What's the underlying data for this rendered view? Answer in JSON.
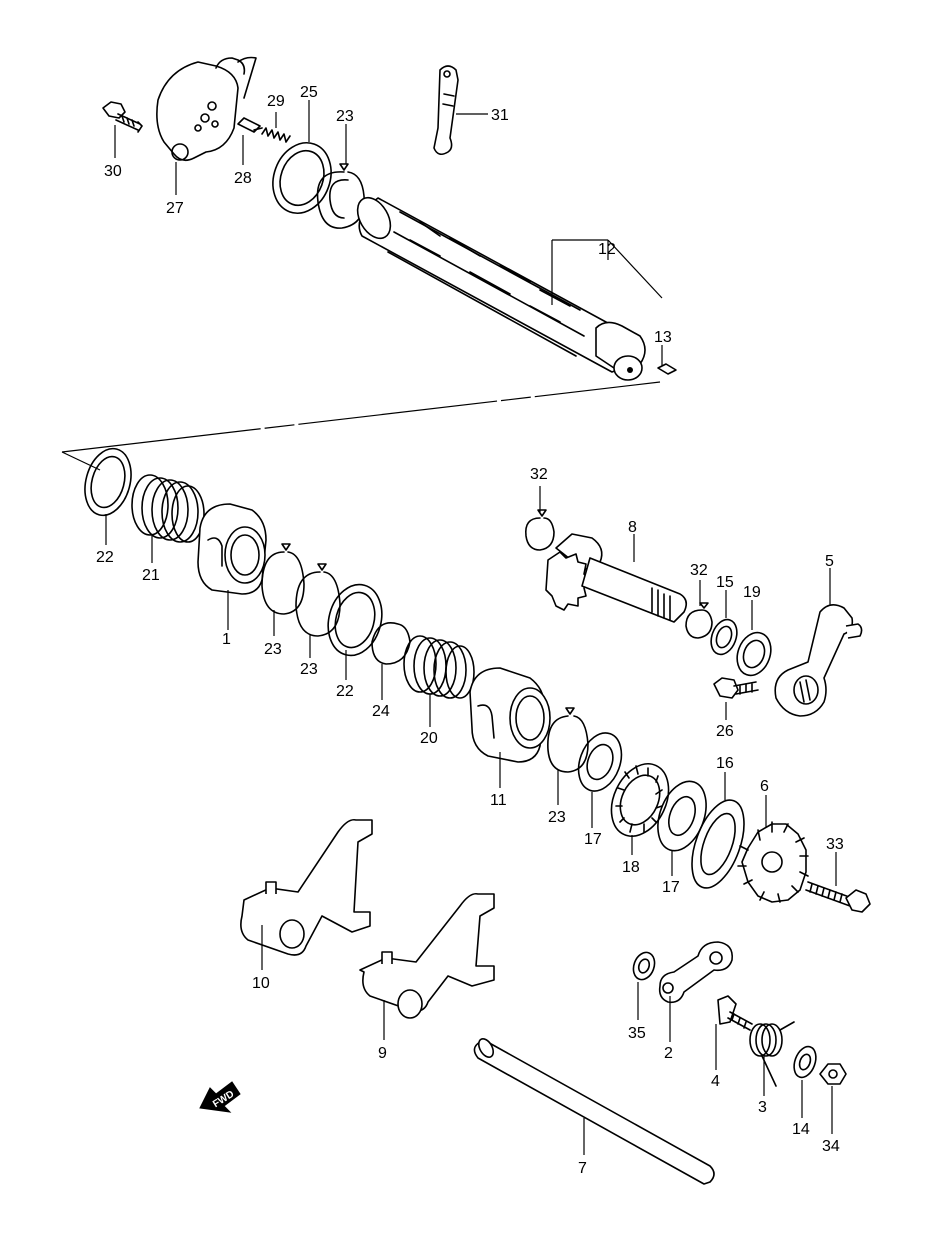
{
  "labels": {
    "p1": "1",
    "p2": "2",
    "p3": "3",
    "p4": "4",
    "p5": "5",
    "p6": "6",
    "p7": "7",
    "p8": "8",
    "p9": "9",
    "p10": "10",
    "p11": "11",
    "p12": "12",
    "p13": "13",
    "p14": "14",
    "p15": "15",
    "p16": "16",
    "p17a": "17",
    "p17b": "17",
    "p18": "18",
    "p19": "19",
    "p20": "20",
    "p21": "21",
    "p22a": "22",
    "p22b": "22",
    "p23a": "23",
    "p23b": "23",
    "p23c": "23",
    "p23d": "23",
    "p24": "24",
    "p25": "25",
    "p26": "26",
    "p27": "27",
    "p28": "28",
    "p29": "29",
    "p30": "30",
    "p31": "31",
    "p32a": "32",
    "p32b": "32",
    "p33": "33",
    "p34": "34",
    "p35": "35"
  },
  "fwd_badge": "FWD"
}
